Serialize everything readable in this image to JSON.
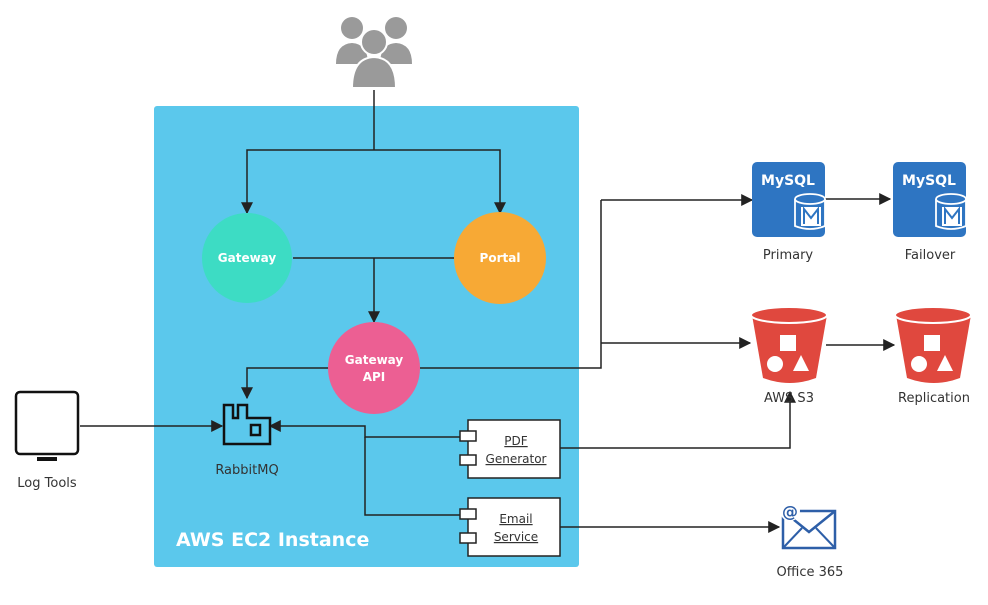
{
  "colors": {
    "region": "#5bc8ec",
    "gateway": "#3ddcc4",
    "portal": "#f7a935",
    "gateway_api": "#ec5f93",
    "mysql": "#2e75c2",
    "s3": "#e0483e",
    "users": "#9a9a9a",
    "line": "#222222"
  },
  "region": {
    "title": "AWS EC2 Instance"
  },
  "nodes": {
    "users": {
      "icon": "users-group-icon"
    },
    "gateway": {
      "label": "Gateway"
    },
    "portal": {
      "label": "Portal"
    },
    "gateway_api": {
      "line1": "Gateway",
      "line2": "API"
    },
    "rabbitmq": {
      "label": "RabbitMQ",
      "icon": "rabbitmq-icon"
    },
    "log_tools": {
      "label": "Log Tools",
      "icon": "monitor-icon"
    },
    "pdf_generator": {
      "line1": "PDF",
      "line2": "Generator"
    },
    "email_service": {
      "line1": "Email",
      "line2": "Service"
    },
    "mysql_primary": {
      "label": "Primary",
      "badge": "MySQL",
      "icon": "mysql-database-icon"
    },
    "mysql_failover": {
      "label": "Failover",
      "badge": "MySQL",
      "icon": "mysql-database-icon"
    },
    "aws_s3": {
      "label": "AWS S3",
      "icon": "s3-bucket-icon"
    },
    "replication": {
      "label": "Replication",
      "icon": "s3-bucket-icon"
    },
    "office365": {
      "label": "Office 365",
      "icon": "email-envelope-icon"
    }
  }
}
